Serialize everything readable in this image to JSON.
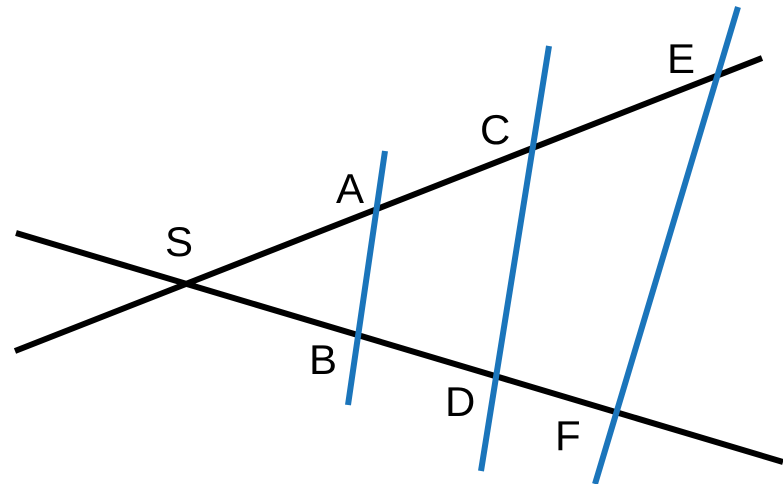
{
  "diagram": {
    "colors": {
      "black_line": "#000000",
      "blue_line": "#1b75bb",
      "label": "#000000"
    },
    "labels": {
      "S": "S",
      "A": "A",
      "B": "B",
      "C": "C",
      "D": "D",
      "E": "E",
      "F": "F"
    }
  }
}
